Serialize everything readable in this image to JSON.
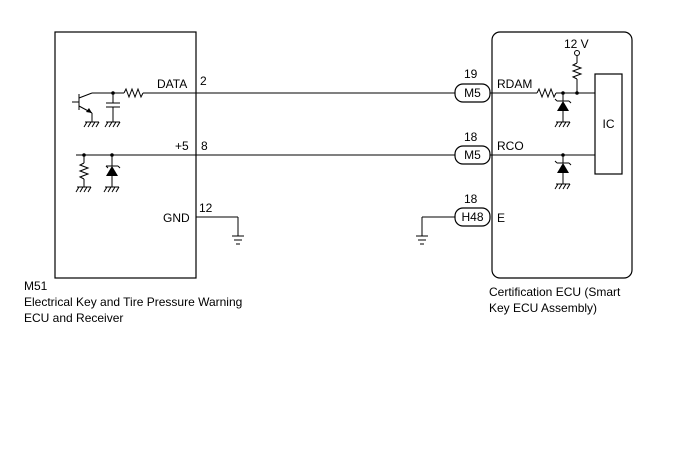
{
  "left_ecu": {
    "code": "M51",
    "name_line1": "Electrical Key and Tire Pressure Warning",
    "name_line2": "ECU and Receiver",
    "pins": [
      {
        "label": "DATA",
        "pin": "2"
      },
      {
        "label": "+5",
        "pin": "8"
      },
      {
        "label": "GND",
        "pin": "12"
      }
    ]
  },
  "right_ecu": {
    "name_line1": "Certification ECU (Smart",
    "name_line2": "Key ECU Assembly)",
    "supply": "12 V",
    "ic_label": "IC",
    "pins": [
      {
        "label": "RDAM",
        "pin": "19",
        "connector": "M5"
      },
      {
        "label": "RCO",
        "pin": "18",
        "connector": "M5"
      },
      {
        "label": "E",
        "pin": "18",
        "connector": "H48"
      }
    ]
  }
}
